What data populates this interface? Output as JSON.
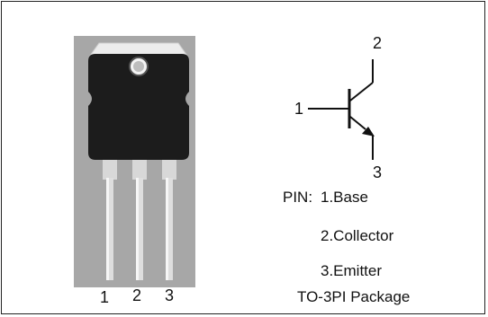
{
  "photo": {
    "pin_numbers": [
      "1",
      "2",
      "3"
    ]
  },
  "schematic": {
    "terminal_base": "1",
    "terminal_collector": "2",
    "terminal_emitter": "3"
  },
  "pinout": {
    "prefix": "PIN:",
    "pins": [
      "1.Base",
      "2.Collector",
      "3.Emitter"
    ]
  },
  "package_label": "TO-3PI Package",
  "colors": {
    "photo_background": "#a7a7a7",
    "transistor_body": "#1a1a1a",
    "metal_tab": "#e8e8e8",
    "leads": "#dcdcdc"
  }
}
